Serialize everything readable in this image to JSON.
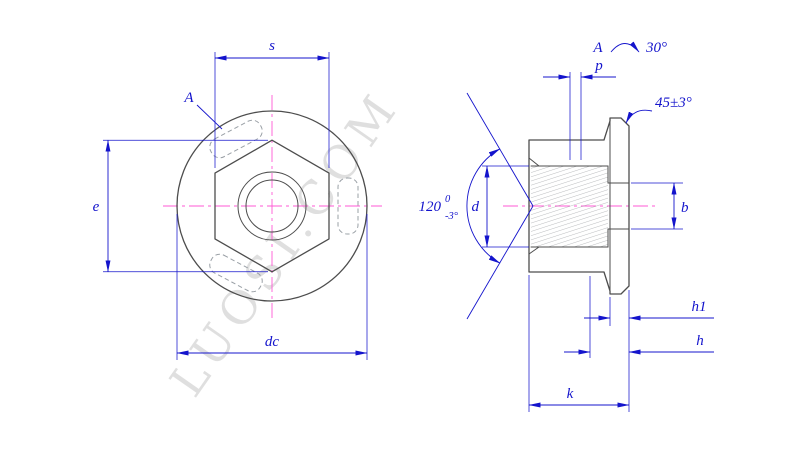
{
  "drawing": {
    "watermark": "LUOSI.COM",
    "front_view": {
      "dim_s": "s",
      "dim_e": "e",
      "dim_dc": "dc",
      "detail_label": "A"
    },
    "section_view": {
      "dim_p": "p",
      "chamfer_angle": "45±3°",
      "dim_d": "d",
      "dim_b": "b",
      "dim_h1": "h1",
      "dim_h": "h",
      "dim_k": "k",
      "detail_label": "A",
      "detail_angle": "30°",
      "cone_angle": "120",
      "cone_angle_upper_tol": "0",
      "cone_angle_lower_tol": "-3°"
    }
  },
  "colors": {
    "dimension": "#1414cc",
    "centerline": "#ff5ad5",
    "outline": "#4d4d4d",
    "hidden": "#9aa0a6",
    "watermark": "#d8d8d8",
    "background": "#ffffff"
  }
}
